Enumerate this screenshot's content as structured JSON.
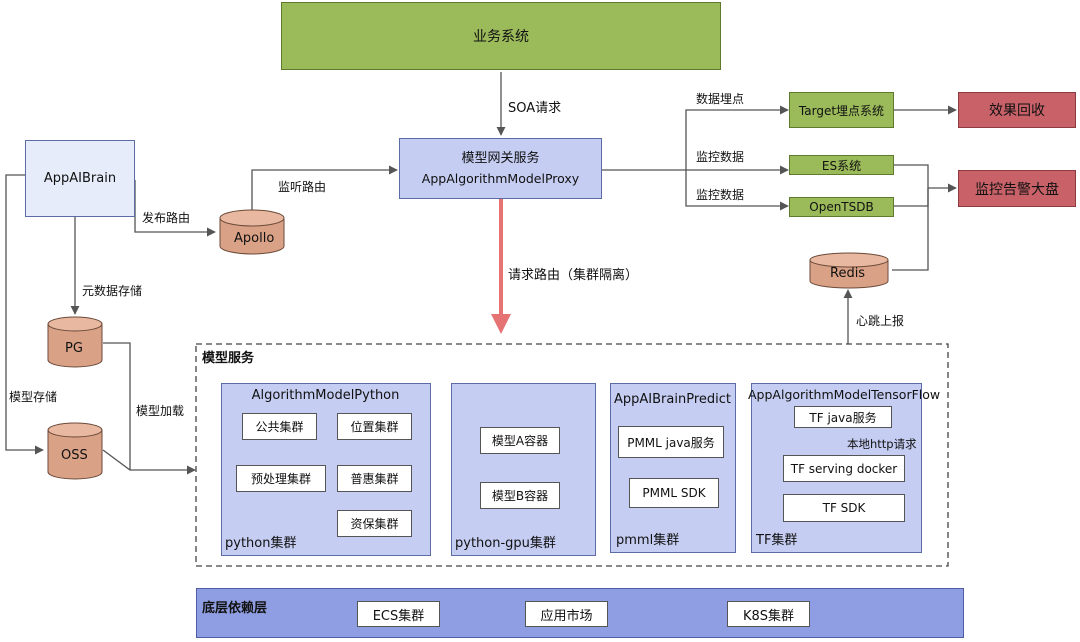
{
  "colors": {
    "business": "#9bba5a",
    "alert": "#c86168",
    "service": "#c5cdf2",
    "storage": "#d9a186",
    "base": "#8f9ee2",
    "request_arrow": "#e57373"
  },
  "business_system": "业务系统",
  "soa_label": "SOA请求",
  "gateway": {
    "line1": "模型网关服务",
    "line2": "AppAlgorithmModelProxy"
  },
  "appaibrain": "AppAIBrain",
  "apollo": "Apollo",
  "listen_route": "监听路由",
  "publish_route": "发布路由",
  "meta_store": "元数据存储",
  "pg": "PG",
  "model_store": "模型存储",
  "oss": "OSS",
  "model_load": "模型加载",
  "request_route": "请求路由（集群隔离）",
  "outputs": {
    "data_track": "数据埋点",
    "monitor_data_1": "监控数据",
    "monitor_data_2": "监控数据",
    "target": "Target埋点系统",
    "es": "ES系统",
    "opentsdb": "OpenTSDB",
    "effect_recall": "效果回收",
    "monitor_dashboard": "监控告警大盘",
    "redis": "Redis",
    "heartbeat": "心跳上报"
  },
  "model_service": {
    "title": "模型服务",
    "python": {
      "title": "AlgorithmModelPython",
      "items": [
        "公共集群",
        "位置集群",
        "预处理集群",
        "普惠集群",
        "资保集群"
      ],
      "footer": "python集群"
    },
    "gpu": {
      "items": [
        "模型A容器",
        "模型B容器"
      ],
      "footer": "python-gpu集群"
    },
    "pmml": {
      "title": "AppAIBrainPredict",
      "items": [
        "PMML java服务",
        "PMML SDK"
      ],
      "footer": "pmml集群"
    },
    "tf": {
      "title": "AppAlgorithmModelTensorFlow",
      "java": "TF java服务",
      "http": "本地http请求",
      "serving": "TF serving docker",
      "sdk": "TF SDK",
      "footer": "TF集群"
    }
  },
  "base_layer": {
    "title": "底层依赖层",
    "items": [
      "ECS集群",
      "应用市场",
      "K8S集群"
    ]
  }
}
